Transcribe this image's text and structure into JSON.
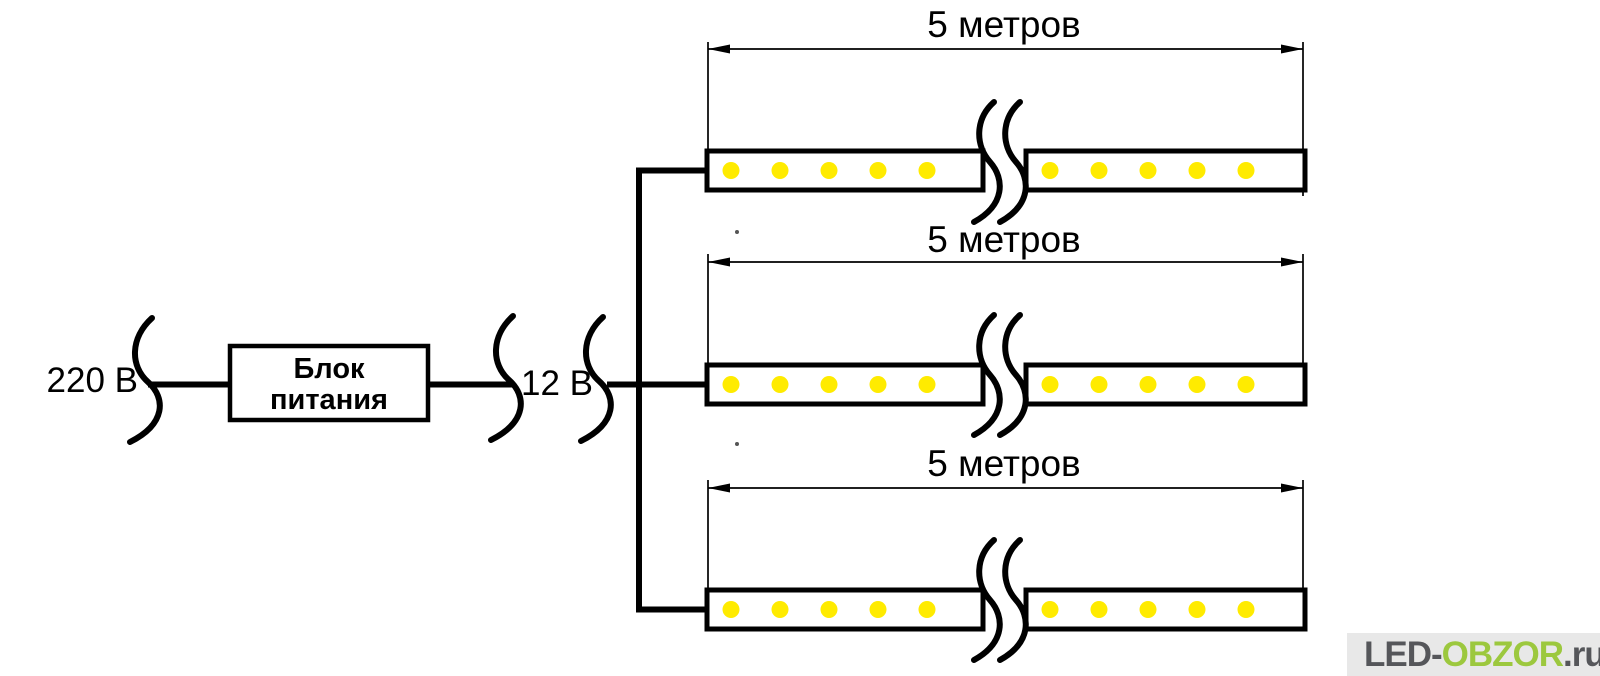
{
  "labels": {
    "input_voltage": "220 В",
    "output_voltage": "12 В",
    "psu_line1": "Блок",
    "psu_line2": "питания"
  },
  "strips": [
    {
      "length": "5 метров"
    },
    {
      "length": "5 метров"
    },
    {
      "length": "5 метров"
    }
  ],
  "leds_per_segment": 5,
  "watermark": {
    "prefix": "LED-",
    "highlight": "OBZOR",
    "suffix": ".ru"
  },
  "colors": {
    "background": "#ffffff",
    "line": "#000000",
    "led_yellow": "#ffeb00",
    "strip_fill": "#ffffff",
    "logo_bg": "#e8e8e8",
    "logo_gray": "#55565a",
    "logo_green": "#9cc83e"
  }
}
